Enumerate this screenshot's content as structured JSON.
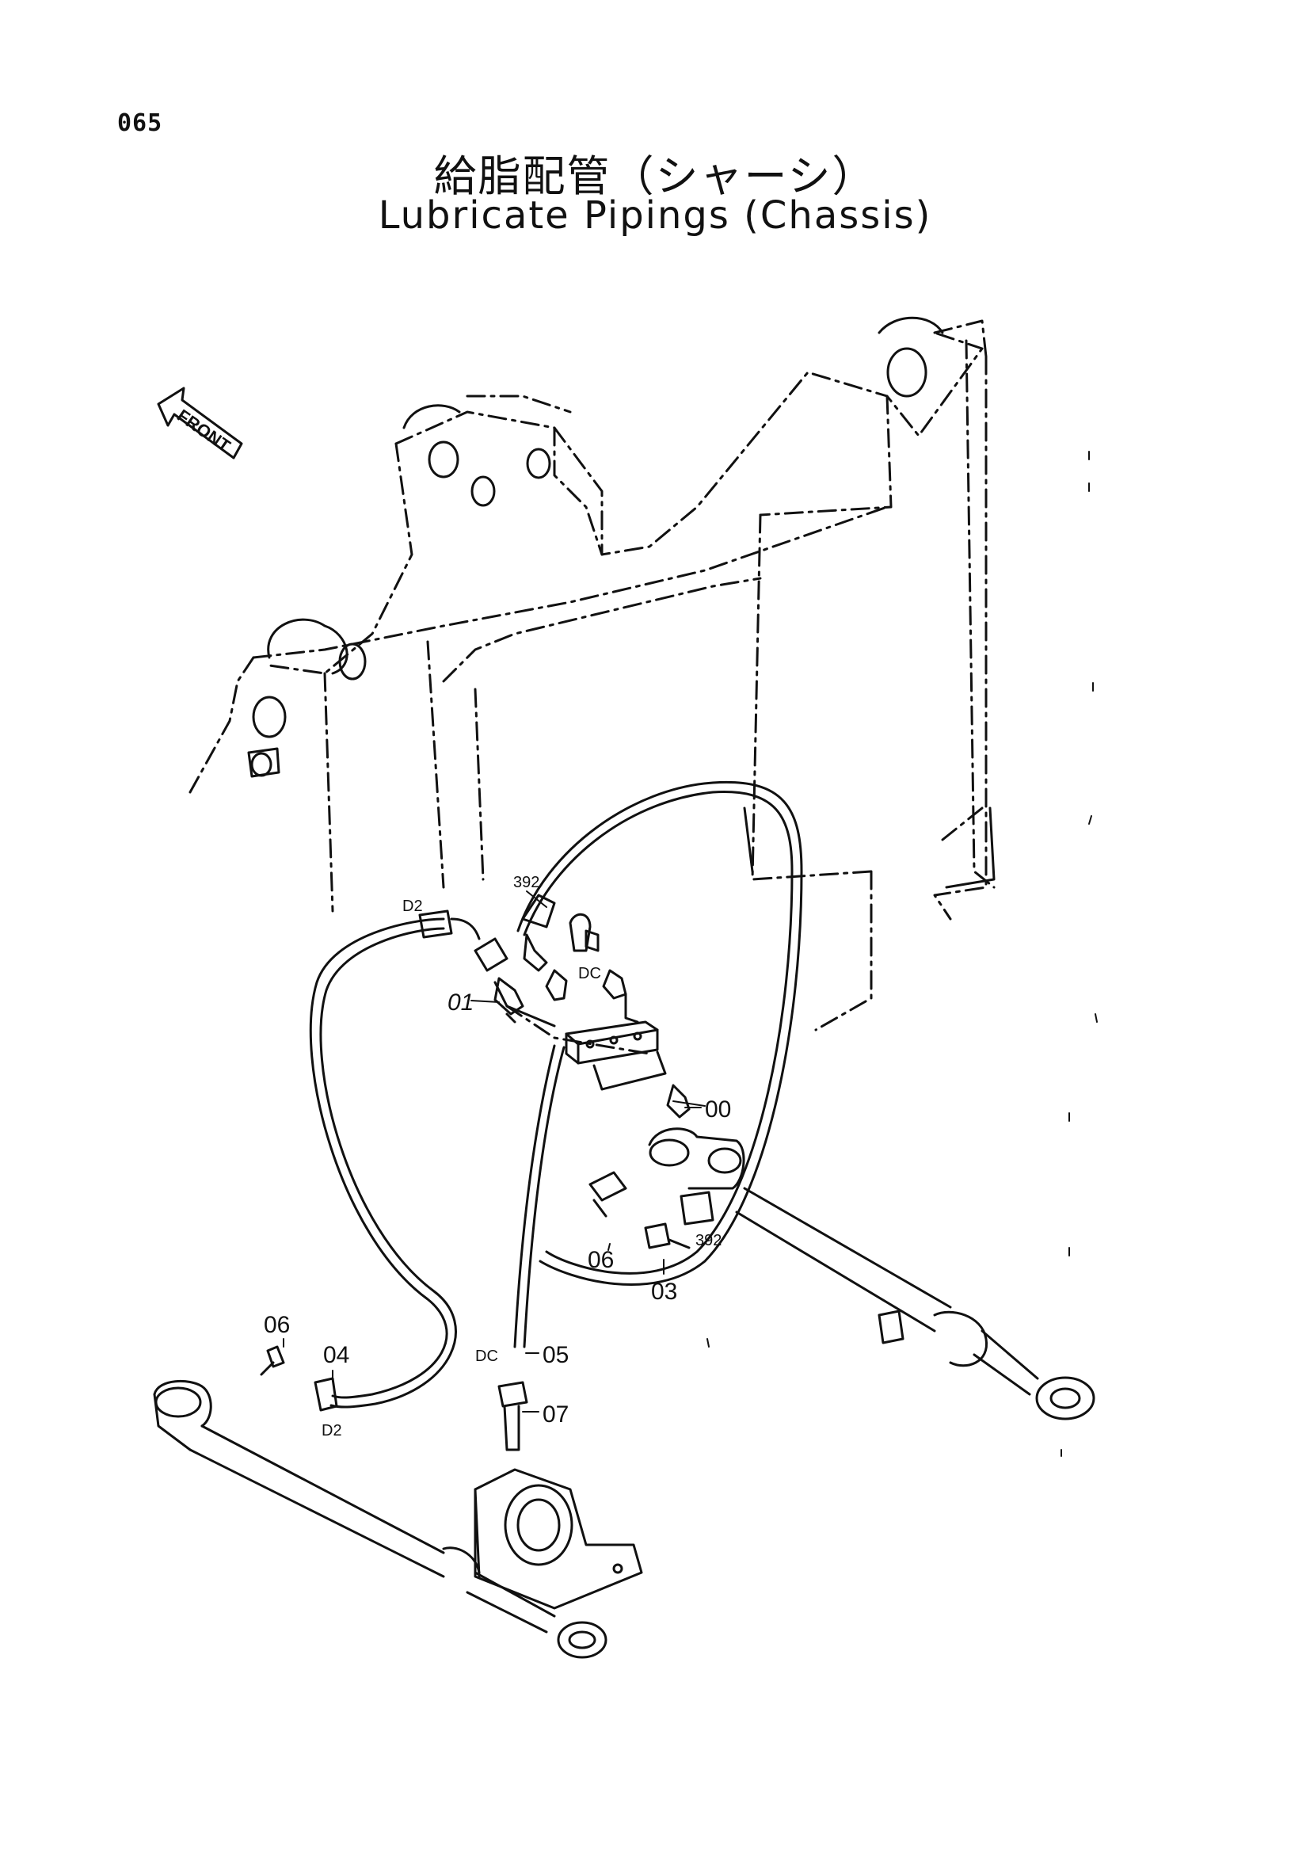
{
  "page_number": "065",
  "title_jp": "給脂配管（シャーシ）",
  "title_en": "Lubricate Pipings (Chassis)",
  "front_label": "FRONT",
  "callouts": {
    "c392_top": "392",
    "d2_top": "D2",
    "dc_mid": "DC",
    "c01": "01",
    "c00": "00",
    "c06_right": "06",
    "c392_right": "392",
    "c03": "03",
    "c06_left": "06",
    "c04": "04",
    "d2_bottom": "D2",
    "dc_bottom": "DC",
    "c05": "05",
    "c07": "07"
  }
}
